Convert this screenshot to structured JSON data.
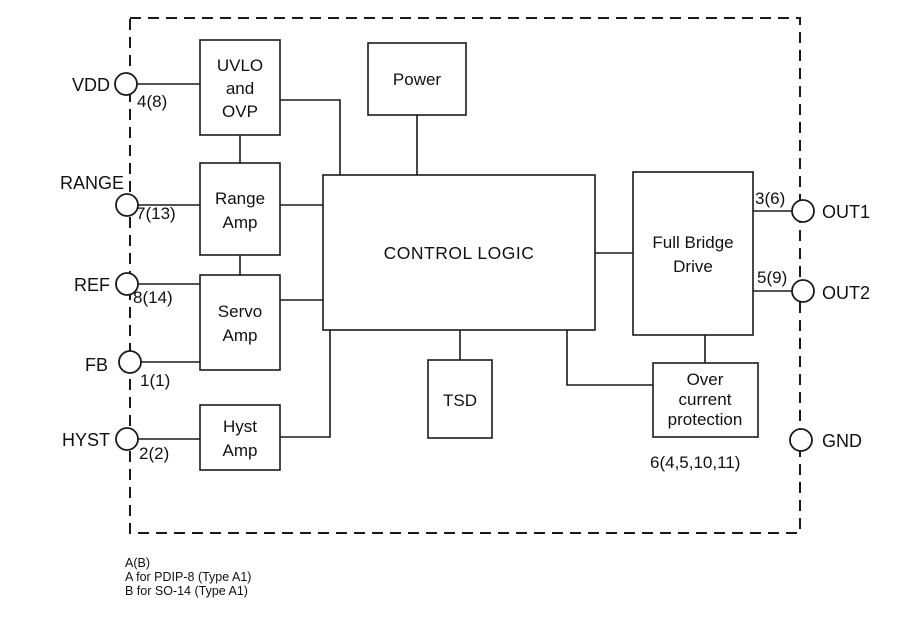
{
  "diagram": {
    "title": "IC functional block diagram",
    "colors": {
      "stroke": "#1a1a1a",
      "background": "#ffffff"
    },
    "blocks": {
      "uvlo": {
        "l1": "UVLO",
        "l2": "and",
        "l3": "OVP"
      },
      "power": {
        "label": "Power"
      },
      "range_amp": {
        "l1": "Range",
        "l2": "Amp"
      },
      "servo_amp": {
        "l1": "Servo",
        "l2": "Amp"
      },
      "hyst_amp": {
        "l1": "Hyst",
        "l2": "Amp"
      },
      "control_logic": {
        "label": "CONTROL LOGIC"
      },
      "tsd": {
        "label": "TSD"
      },
      "full_bridge": {
        "l1": "Full Bridge",
        "l2": "Drive"
      },
      "ocp": {
        "l1": "Over",
        "l2": "current",
        "l3": "protection"
      }
    },
    "pins": {
      "vdd": {
        "name": "VDD",
        "number": "4(8)"
      },
      "range": {
        "name": "RANGE",
        "number": "7(13)"
      },
      "ref": {
        "name": "REF",
        "number": "8(14)"
      },
      "fb": {
        "name": "FB",
        "number": "1(1)"
      },
      "hyst": {
        "name": "HYST",
        "number": "2(2)"
      },
      "out1": {
        "name": "OUT1",
        "number": "3(6)"
      },
      "out2": {
        "name": "OUT2",
        "number": "5(9)"
      },
      "gnd": {
        "name": "GND",
        "number": "6(4,5,10,11)"
      }
    },
    "notes": {
      "l1": "A(B)",
      "l2": "A for PDIP-8 (Type A1)",
      "l3": "B for SO-14 (Type A1)"
    }
  }
}
